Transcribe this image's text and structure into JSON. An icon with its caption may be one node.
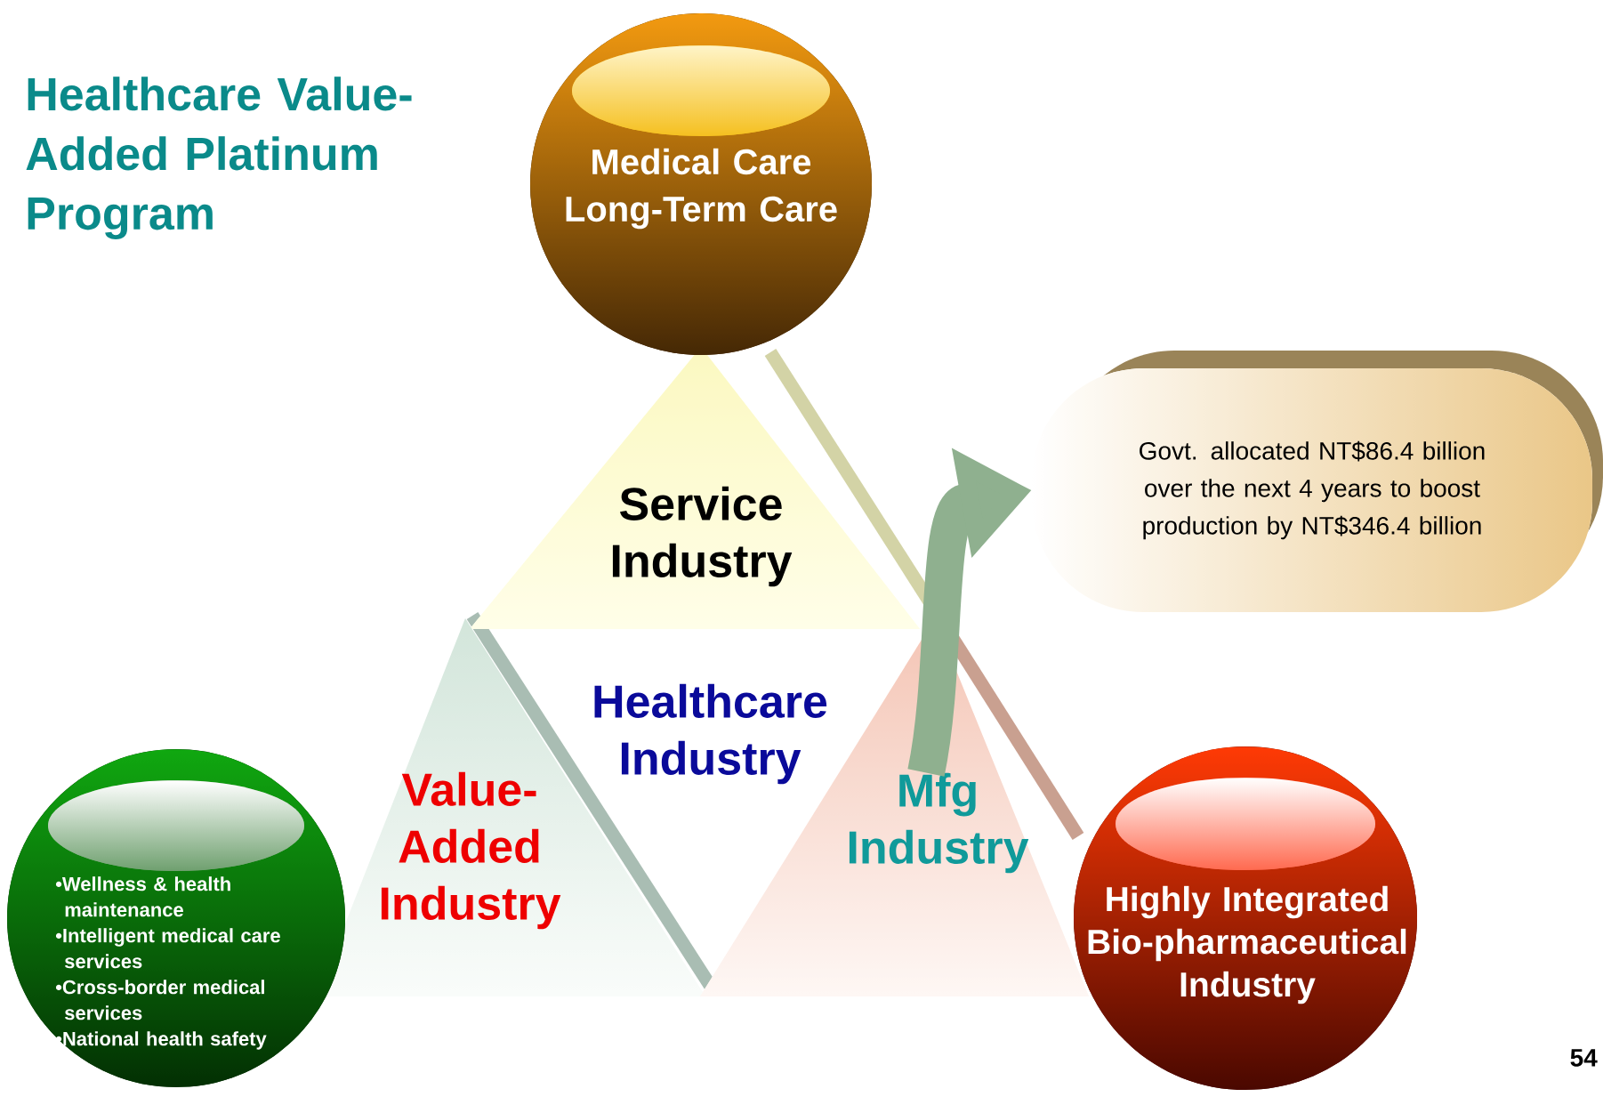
{
  "diagram": {
    "title": "Healthcare Value-Added Platinum Program",
    "nodes": [
      {
        "text": [
          "Medical Care",
          "Long-Term Care"
        ]
      },
      {
        "text": [
          "Service Industry"
        ]
      },
      {
        "text": [
          "Healthcare Industry"
        ]
      },
      {
        "text": [
          "Value-Added Industry"
        ]
      },
      {
        "text": [
          "Mfg Industry"
        ]
      },
      {
        "text": [
          "•Wellness & health maintenance",
          "•Intelligent medical care services",
          "•Cross-border medical services",
          "•National health safety"
        ]
      },
      {
        "text": [
          "Highly Integrated Bio-pharmaceutical Industry"
        ]
      },
      {
        "text": [
          "Govt. allocated NT$86.4 billion over the next 4 years to boost production by NT$346.4 billion"
        ]
      }
    ],
    "edges": [
      {
        "from": 4,
        "to": 7,
        "arrow": "to"
      }
    ],
    "labels": [
      "54"
    ]
  }
}
